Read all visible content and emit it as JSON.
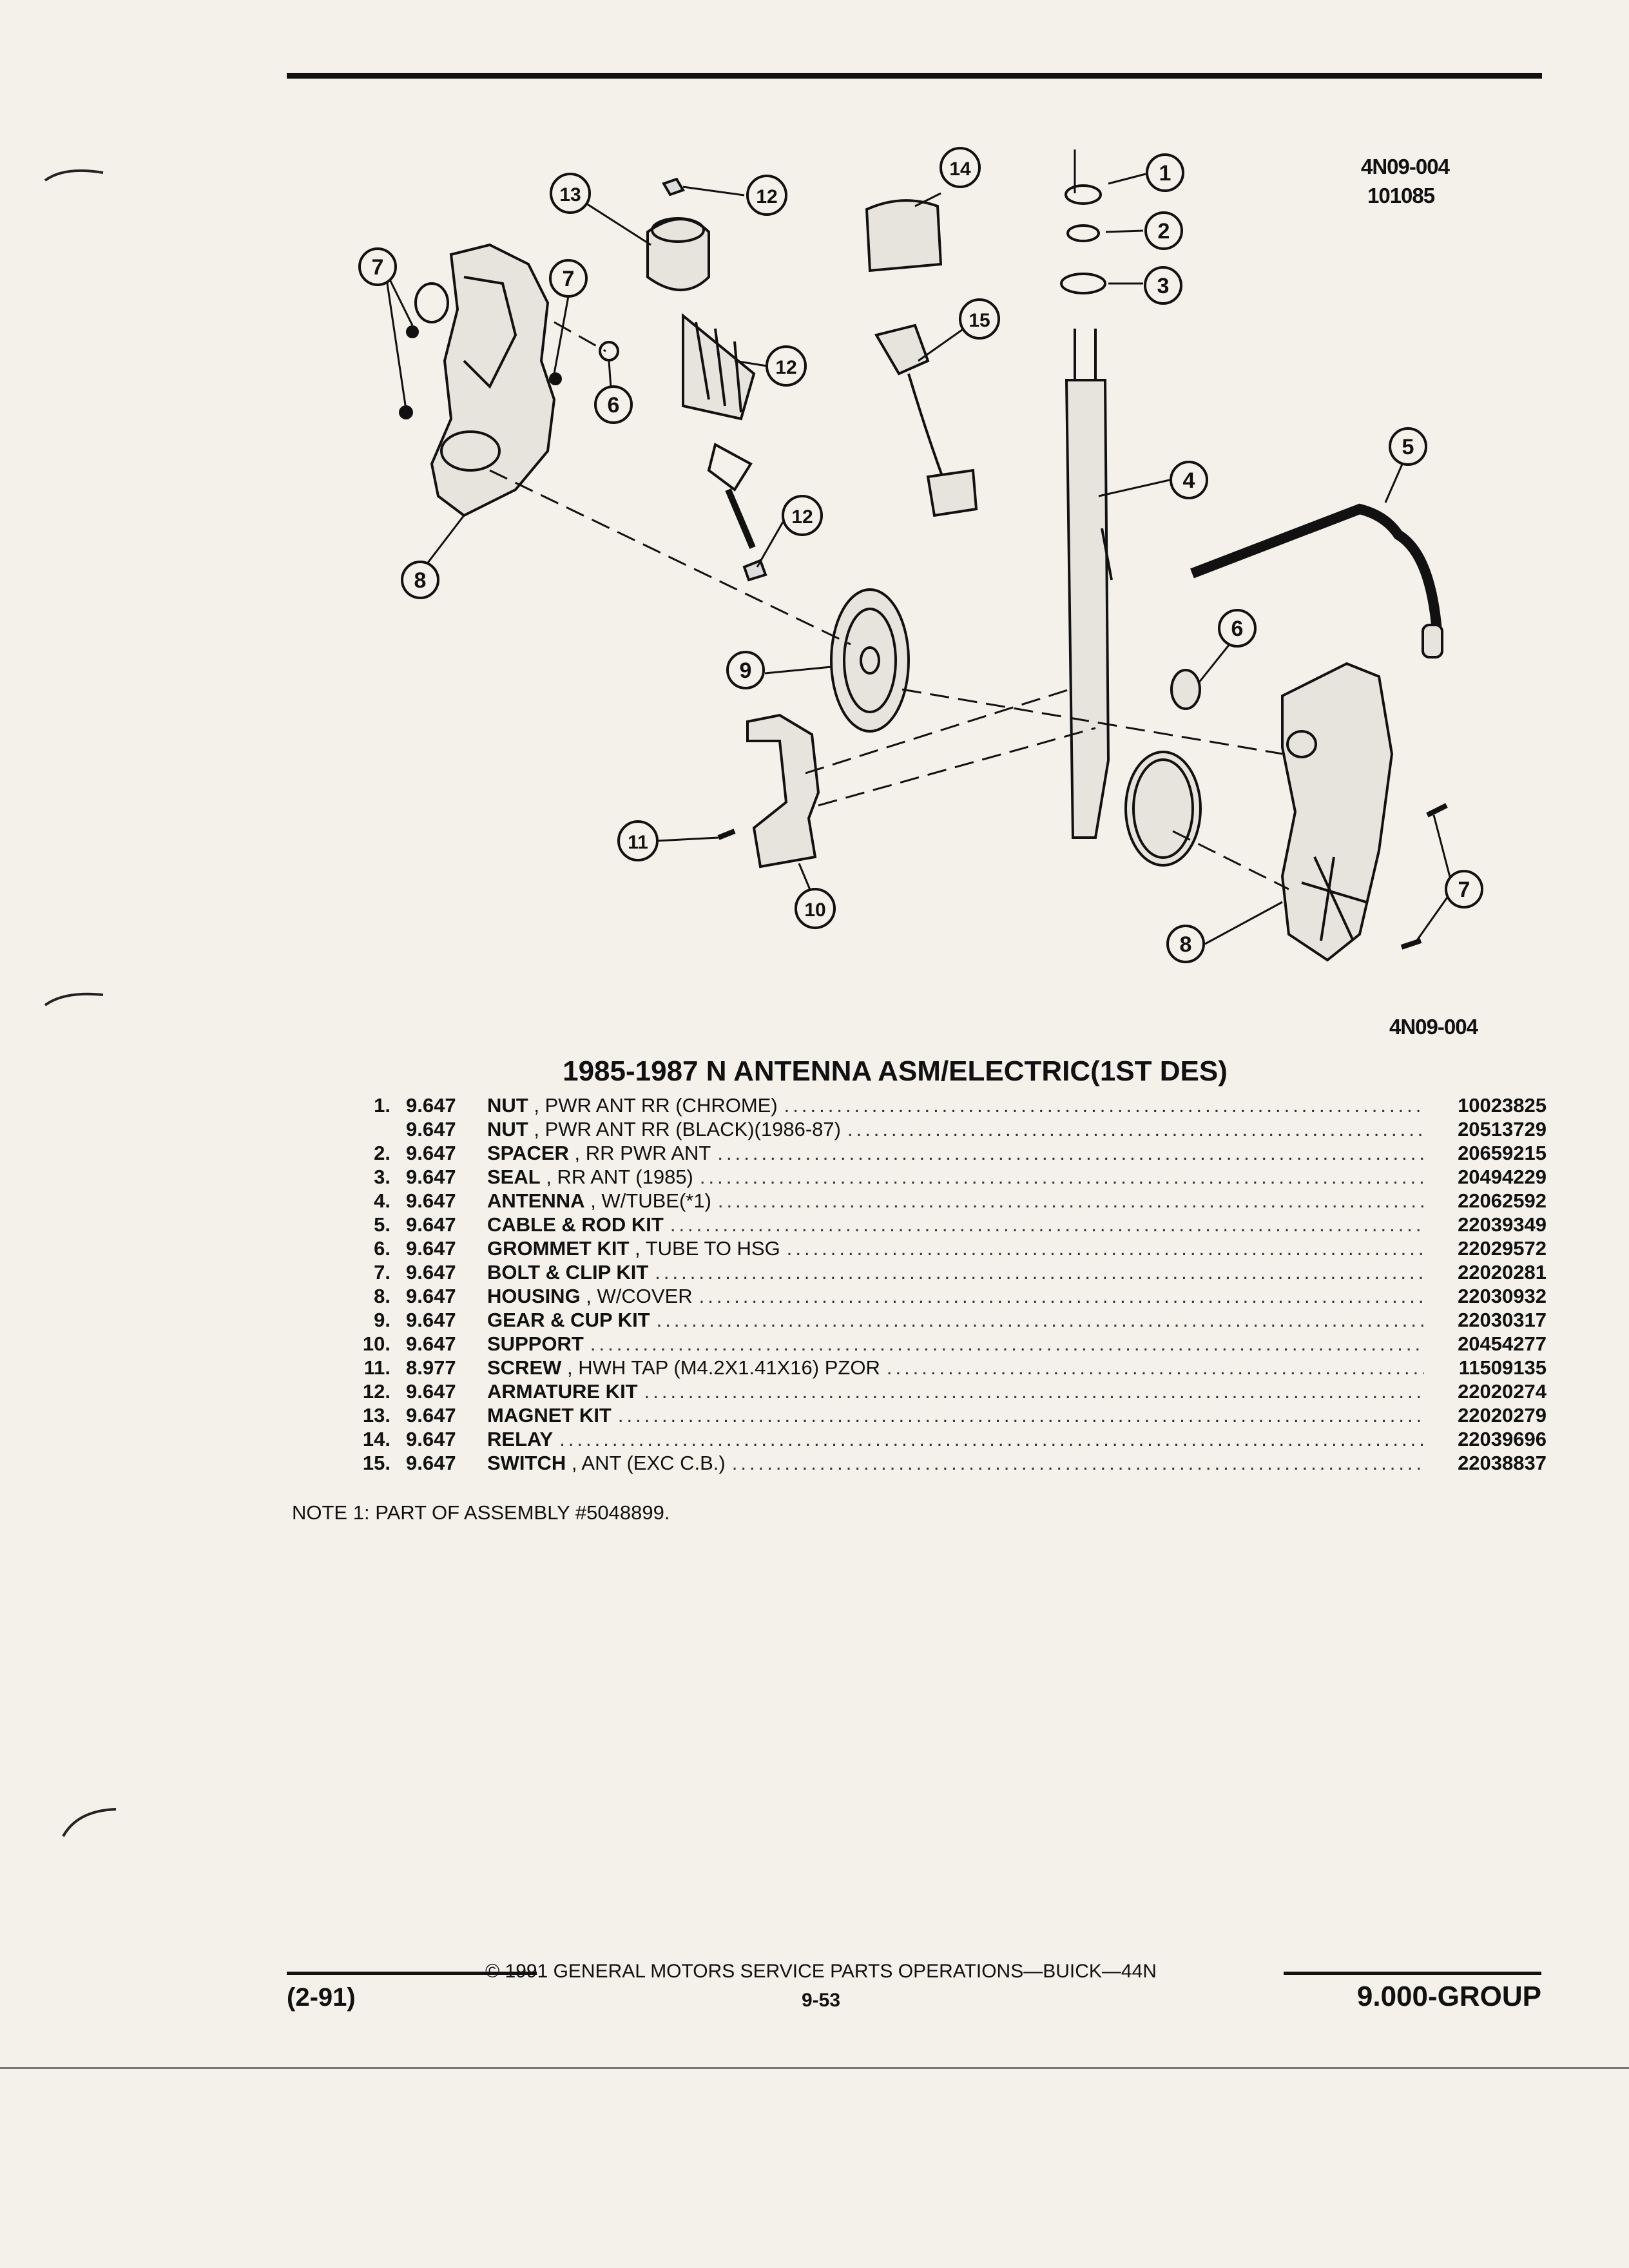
{
  "diagram": {
    "ref_top": "4N09-004",
    "ref_date": "101085",
    "ref_bottom": "4N09-004",
    "callouts": [
      "1",
      "2",
      "3",
      "4",
      "5",
      "6",
      "6",
      "7",
      "7",
      "7",
      "8",
      "8",
      "9",
      "10",
      "11",
      "12",
      "12",
      "12",
      "13",
      "14",
      "15"
    ]
  },
  "section": {
    "title": "1985-1987 N ANTENNA ASM/ELECTRIC(1ST DES)"
  },
  "parts": [
    {
      "num": "1.",
      "group": "9.647",
      "name": "NUT",
      "detail": ", PWR ANT RR (CHROME)",
      "part": "10023825"
    },
    {
      "num": "",
      "group": "9.647",
      "name": "NUT",
      "detail": ", PWR ANT RR (BLACK)(1986-87)",
      "part": "20513729"
    },
    {
      "num": "2.",
      "group": "9.647",
      "name": "SPACER",
      "detail": ", RR PWR ANT",
      "part": "20659215"
    },
    {
      "num": "3.",
      "group": "9.647",
      "name": "SEAL",
      "detail": ", RR ANT (1985)",
      "part": "20494229"
    },
    {
      "num": "4.",
      "group": "9.647",
      "name": "ANTENNA",
      "detail": ", W/TUBE(*1)",
      "part": "22062592"
    },
    {
      "num": "5.",
      "group": "9.647",
      "name": "CABLE & ROD KIT",
      "detail": "",
      "part": "22039349"
    },
    {
      "num": "6.",
      "group": "9.647",
      "name": "GROMMET KIT",
      "detail": ", TUBE TO HSG",
      "part": "22029572"
    },
    {
      "num": "7.",
      "group": "9.647",
      "name": "BOLT & CLIP KIT",
      "detail": "",
      "part": "22020281"
    },
    {
      "num": "8.",
      "group": "9.647",
      "name": "HOUSING",
      "detail": ", W/COVER",
      "part": "22030932"
    },
    {
      "num": "9.",
      "group": "9.647",
      "name": "GEAR & CUP KIT",
      "detail": "",
      "part": "22030317"
    },
    {
      "num": "10.",
      "group": "9.647",
      "name": "SUPPORT",
      "detail": "",
      "part": "20454277"
    },
    {
      "num": "11.",
      "group": "8.977",
      "name": "SCREW",
      "detail": ", HWH TAP (M4.2X1.41X16) PZOR",
      "part": "11509135"
    },
    {
      "num": "12.",
      "group": "9.647",
      "name": "ARMATURE KIT",
      "detail": "",
      "part": "22020274"
    },
    {
      "num": "13.",
      "group": "9.647",
      "name": "MAGNET KIT",
      "detail": "",
      "part": "22020279"
    },
    {
      "num": "14.",
      "group": "9.647",
      "name": "RELAY",
      "detail": "",
      "part": "22039696"
    },
    {
      "num": "15.",
      "group": "9.647",
      "name": "SWITCH",
      "detail": ", ANT (EXC C.B.)",
      "part": "22038837"
    }
  ],
  "note": "NOTE 1: PART OF ASSEMBLY #5048899.",
  "footer": {
    "copyright": "© 1991 GENERAL MOTORS SERVICE PARTS OPERATIONS—BUICK—44N",
    "date_code": "(2-91)",
    "page": "9-53",
    "group": "9.000-GROUP"
  }
}
